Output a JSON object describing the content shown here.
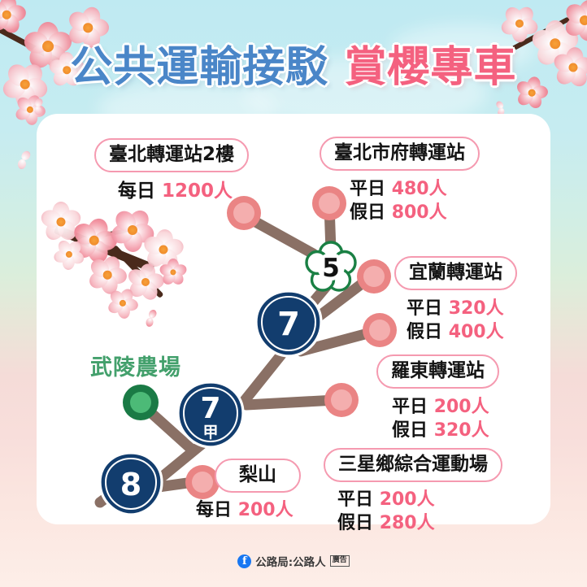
{
  "header": {
    "title_blue": "公共運輸接駁",
    "title_pink": "賞櫻專車"
  },
  "colors": {
    "title_blue": "#4a86c8",
    "title_pink": "#f4617f",
    "chip_border": "#f59ab0",
    "figure_number": "#f4617f",
    "route_line": "#8a7065",
    "node_ring": "#ea8484",
    "node_fill": "#f4aeae",
    "shield_navy": "#123d6e",
    "farm_green": "#43a06c",
    "farm_node_ring": "#1a7a45",
    "farm_node_fill": "#4cba77",
    "blossom_outline_green": "#1a8044",
    "card_bg": "#ffffff"
  },
  "destination": {
    "name": "武陵農場"
  },
  "route_markers": [
    {
      "name": "5",
      "type": "blossom-shield",
      "label": "5"
    },
    {
      "name": "7",
      "type": "shield",
      "label": "7",
      "sub": ""
    },
    {
      "name": "7jia",
      "type": "shield",
      "label": "7",
      "sub": "甲"
    },
    {
      "name": "8",
      "type": "shield",
      "label": "8",
      "sub": ""
    }
  ],
  "stations": [
    {
      "id": "taipei-bus-station",
      "chip": "臺北轉運站2樓",
      "figures": [
        {
          "label": "每日",
          "value": "1200人"
        }
      ]
    },
    {
      "id": "taipei-city-hall-station",
      "chip": "臺北市府轉運站",
      "figures": [
        {
          "label": "平日",
          "value": "480人"
        },
        {
          "label": "假日",
          "value": "800人"
        }
      ]
    },
    {
      "id": "yilan-station",
      "chip": "宜蘭轉運站",
      "figures": [
        {
          "label": "平日",
          "value": "320人"
        },
        {
          "label": "假日",
          "value": "400人"
        }
      ]
    },
    {
      "id": "luodong-station",
      "chip": "羅東轉運站",
      "figures": [
        {
          "label": "平日",
          "value": "200人"
        },
        {
          "label": "假日",
          "value": "320人"
        }
      ]
    },
    {
      "id": "sanxing-sports-park",
      "chip": "三星鄉綜合運動場",
      "figures": [
        {
          "label": "平日",
          "value": "200人"
        },
        {
          "label": "假日",
          "value": "280人"
        }
      ]
    },
    {
      "id": "lishan",
      "chip": "梨山",
      "figures": [
        {
          "label": "每日",
          "value": "200人"
        }
      ]
    }
  ],
  "footer": {
    "page_name": "公路局:公路人",
    "ad_badge": "廣告",
    "fb_glyph": "f"
  }
}
